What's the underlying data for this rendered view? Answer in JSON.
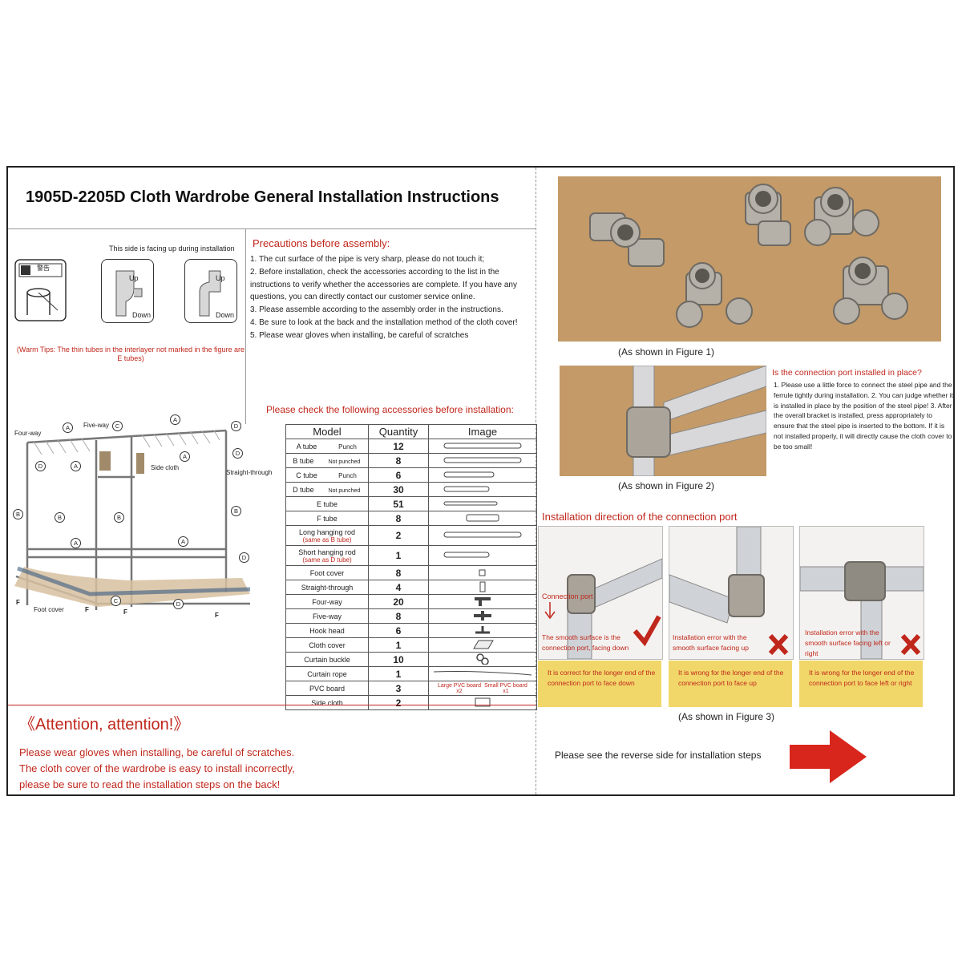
{
  "title": "1905D-2205D Cloth Wardrobe General Installation Instructions",
  "orientation": {
    "caption": "This side is facing up during installation",
    "warning_label": "警告",
    "up": "Up",
    "down": "Down"
  },
  "warm_tip": "(Warm Tips: The thin tubes in the interlayer not marked in the figure are E tubes)",
  "precautions": {
    "title": "Precautions before assembly:",
    "lines": [
      "1. The cut surface of the pipe is very sharp, please do not touch it;",
      "2. Before installation, check the accessories according to the list in the",
      "instructions to verify whether the accessories are complete. If you have any",
      "questions, you can directly contact our customer service online.",
      "3. Please assemble according to the assembly order in the instructions.",
      "4. Be sure to look at the back and the installation method of the cloth cover!",
      "5. Please wear gloves when installing, be careful of scratches"
    ]
  },
  "check_title": "Please check the following accessories before installation:",
  "table": {
    "headers": [
      "Model",
      "Quantity",
      "Image"
    ],
    "rows": [
      {
        "model": "A tube",
        "note": "Punch",
        "qty": "12"
      },
      {
        "model": "B tube",
        "note": "Not punched",
        "qty": "8"
      },
      {
        "model": "C tube",
        "note": "Punch",
        "qty": "6"
      },
      {
        "model": "D tube",
        "note": "Not punched",
        "qty": "30"
      },
      {
        "model": "E tube",
        "note": "",
        "qty": "51"
      },
      {
        "model": "F tube",
        "note": "",
        "qty": "8"
      },
      {
        "model": "Long hanging rod",
        "sub": "(same as B tube)",
        "qty": "2"
      },
      {
        "model": "Short hanging rod",
        "sub": "(same as D tube)",
        "qty": "1"
      },
      {
        "model": "Foot cover",
        "qty": "8"
      },
      {
        "model": "Straight-through",
        "qty": "4"
      },
      {
        "model": "Four-way",
        "qty": "20"
      },
      {
        "model": "Five-way",
        "qty": "8"
      },
      {
        "model": "Hook head",
        "qty": "6"
      },
      {
        "model": "Cloth cover",
        "qty": "1"
      },
      {
        "model": "Curtain buckle",
        "qty": "10"
      },
      {
        "model": "Curtain rope",
        "qty": "1"
      },
      {
        "model": "PVC board",
        "qty": "3"
      },
      {
        "model": "Side cloth",
        "qty": "2"
      }
    ],
    "pvc_large": "Large PVC board x2",
    "pvc_small": "Small PVC board x1"
  },
  "diagram": {
    "four_way": "Four-way",
    "five_way": "Five-way",
    "side_cloth": "Side cloth",
    "straight_through": "Straight-through",
    "foot_cover": "Foot cover",
    "letters": {
      "a": "A",
      "b": "B",
      "c": "C",
      "d": "D",
      "f": "F"
    }
  },
  "attention": {
    "title": "《Attention, attention!》",
    "lines": [
      "Please wear gloves when installing, be careful of scratches.",
      "The cloth cover of the wardrobe is easy to install incorrectly,",
      "please be sure to read the installation steps on the back!"
    ]
  },
  "figure1_caption": "(As shown in Figure 1)",
  "figure2_caption": "(As shown in Figure 2)",
  "figure3_caption": "(As shown in Figure 3)",
  "connection_check": {
    "title": "Is the connection port installed in place?",
    "body": "1. Please use a little force to connect the steel pipe and the ferrule tightly during installation. 2. You can judge whether it is installed in place by the position of the steel pipe! 3. After the overall bracket is installed, press appropriately to ensure that the steel pipe is inserted to the bottom. If it is not installed properly, it will directly cause the cloth cover to be too small!"
  },
  "direction": {
    "title": "Installation direction of the connection port",
    "panels": [
      {
        "overlay_top": "Connection port",
        "overlay": "The smooth surface is the connection port, facing down",
        "caption": "It is correct for the longer end of the connection port to face down"
      },
      {
        "overlay": "Installation error with the smooth surface facing up",
        "caption": "It is wrong for the longer end of the connection port to face up"
      },
      {
        "overlay": "Installation error with the smooth surface facing left or right",
        "caption": "It is wrong for the longer end of the connection port to face left or right"
      }
    ]
  },
  "reverse_note": "Please see the reverse side for installation steps",
  "colors": {
    "accent_red": "#c0271c",
    "photo_bg": "#c39a68",
    "yellow": "#f1d769"
  }
}
